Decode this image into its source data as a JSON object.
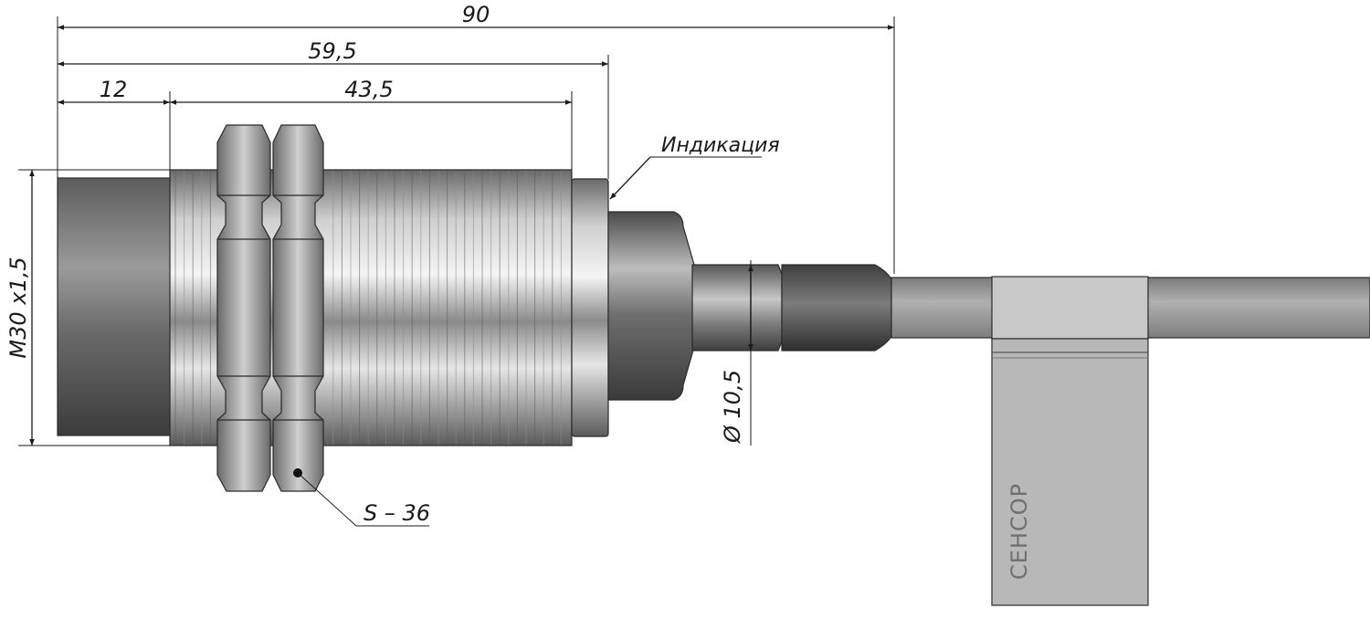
{
  "drawing": {
    "dimensions": {
      "overall_length": "90",
      "body_length": "59,5",
      "face_length": "12",
      "thread_length": "43,5",
      "thread_spec": "M30 x1,5",
      "cable_diameter": "Ø 10,5",
      "nut_size": "S – 36"
    },
    "callouts": {
      "indication": "Индикация"
    },
    "tag": {
      "brand": "СЕНСОР"
    },
    "colors": {
      "line": "#1a1a1a",
      "metal_dark": "#4a4a4a",
      "metal_light": "#f2f2f2",
      "cable": "#9a9a9a",
      "tag": "#b5b5b5"
    }
  }
}
